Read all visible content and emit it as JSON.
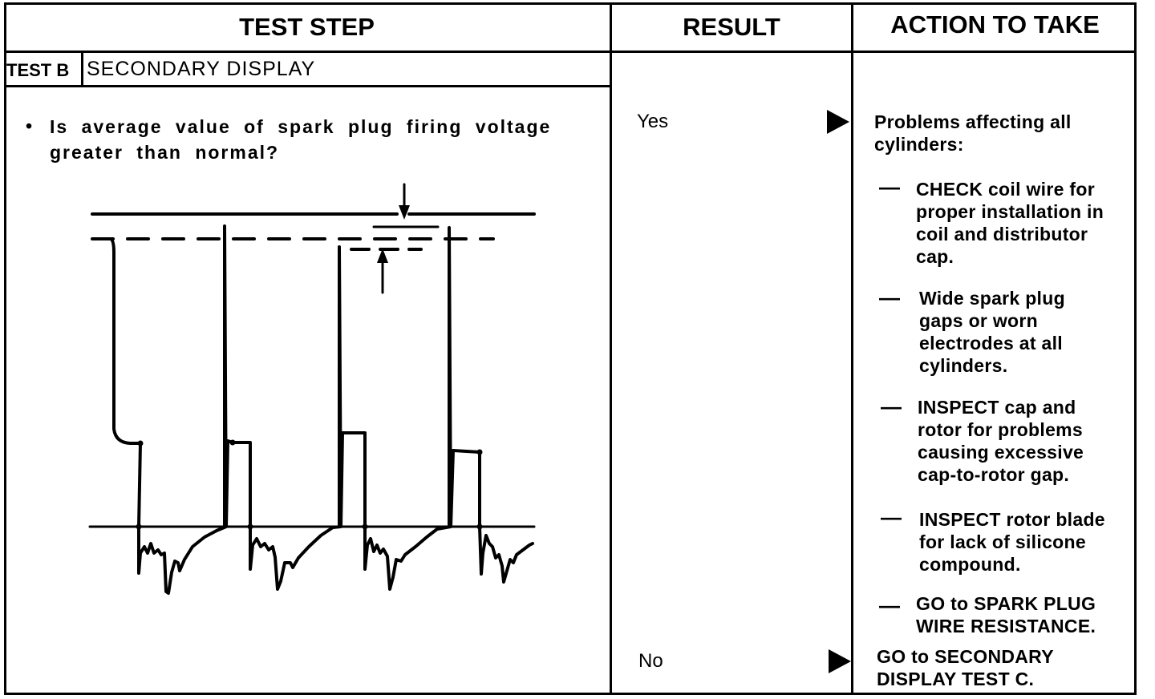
{
  "header": {
    "test_step": "TEST STEP",
    "result": "RESULT",
    "action": "ACTION TO TAKE"
  },
  "test": {
    "label": "TEST B",
    "title": "SECONDARY DISPLAY",
    "bullet": "•",
    "question": "Is average value of spark plug firing voltage greater than normal?"
  },
  "results": {
    "yes": "Yes",
    "no": "No"
  },
  "actions": {
    "yes_heading": "Problems affecting all cylinders:",
    "dash": "—",
    "items": [
      "CHECK coil wire for proper installation in coil and distributor cap.",
      "Wide spark plug gaps or worn electrodes at all cylinders.",
      "INSPECT cap and rotor for problems causing excessive cap-to-rotor gap.",
      "INSPECT rotor blade for lack of silicone compound.",
      "GO to SPARK PLUG WIRE RESISTANCE."
    ],
    "no_action": "GO to SECONDARY DISPLAY TEST C."
  }
}
